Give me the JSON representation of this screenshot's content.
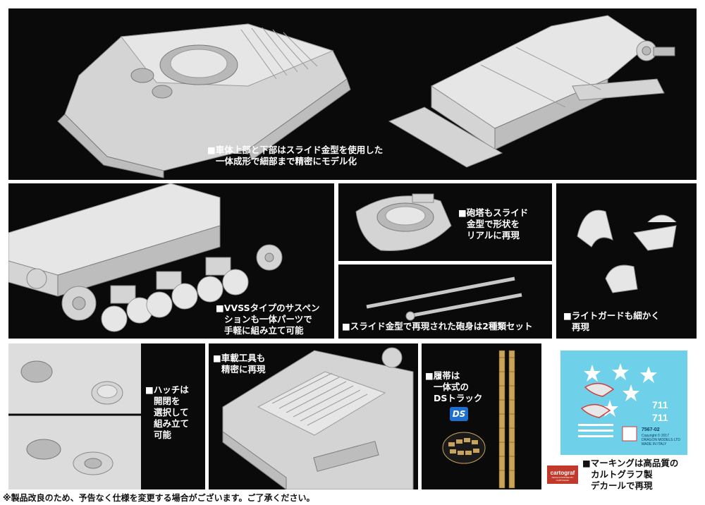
{
  "captions": {
    "hull": [
      "■車体上部と下部はスライド金型を使用した",
      "一体成形で細部まで精密にモデル化"
    ],
    "turret": [
      "■砲塔もスライド",
      "金型で形状を",
      "リアルに再現"
    ],
    "suspension": [
      "■VVSSタイプのサスペン",
      "ションも一体パーツで",
      "手軽に組み立て可能"
    ],
    "barrel": "■スライド金型で再現された砲身は2種類セット",
    "lightguard": [
      "■ライトガードも細かく",
      "再現"
    ],
    "hatch": [
      "■ハッチは",
      "開閉を",
      "選択して",
      "組み立て",
      "可能"
    ],
    "tools": [
      "■車載工具も",
      "精密に再現"
    ],
    "track": [
      "■履帯は",
      "一体式の",
      "DSトラック"
    ],
    "marking": [
      "■マーキングは高品質の",
      "カルトグラフ製",
      "デカールで再現"
    ]
  },
  "ds_logo": "DS",
  "decal_sheet": {
    "codes": [
      "7567-02"
    ],
    "small_lines": [
      "Copyright © 2017",
      "DRAGON MODELS LTD",
      "MADE IN ITALY"
    ]
  },
  "cartograf": {
    "name": "cartograf",
    "tagline": "DECALS PRINTED BY CARTOGRAF"
  },
  "footer": "※製品改良のため、予告なく仕様を変更する場合がございます。ご了承ください。",
  "colors": {
    "panel_bg": "#0a0a0a",
    "model_gray": "#d4d4d4",
    "decal_blue": "#6fd0ea",
    "track_tan": "#c9a35a",
    "cartograf_red": "#c0392b"
  }
}
